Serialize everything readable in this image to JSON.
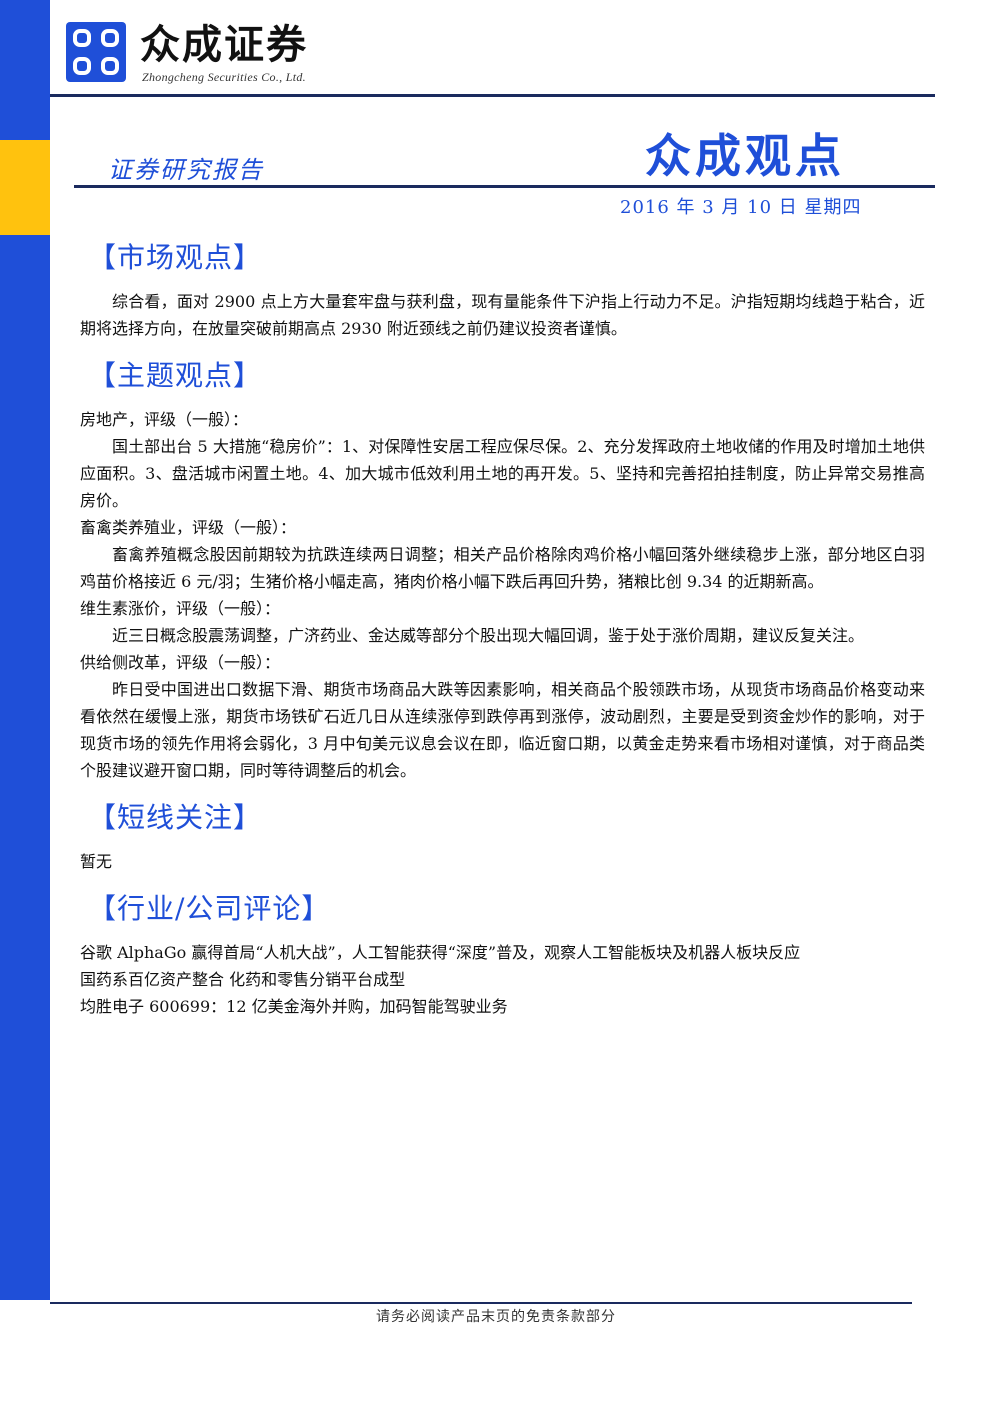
{
  "colors": {
    "brand_blue": "#1f4fd8",
    "rule_navy": "#1a2a5e",
    "accent_yellow": "#ffc20e"
  },
  "header": {
    "logo_name": "众成证券",
    "logo_en": "Zhongcheng Securities Co., Ltd.",
    "report_type": "证券研究报告",
    "masthead": "众成观点",
    "date": "2016 年 3 月 10 日 星期四"
  },
  "sections": {
    "market": {
      "title": "【市场观点】",
      "paragraph": "综合看，面对 2900 点上方大量套牢盘与获利盘，现有量能条件下沪指上行动力不足。沪指短期均线趋于粘合，近期将选择方向，在放量突破前期高点 2930 附近颈线之前仍建议投资者谨慎。"
    },
    "theme": {
      "title": "【主题观点】",
      "items": [
        {
          "rating": "房地产，评级（一般）：",
          "body": "国土部出台 5 大措施“稳房价”：1、对保障性安居工程应保尽保。2、充分发挥政府土地收储的作用及时增加土地供应面积。3、盘活城市闲置土地。4、加大城市低效利用土地的再开发。5、坚持和完善招拍挂制度，防止异常交易推高房价。"
        },
        {
          "rating": "畜禽类养殖业，评级（一般）：",
          "body": "畜禽养殖概念股因前期较为抗跌连续两日调整；相关产品价格除肉鸡价格小幅回落外继续稳步上涨，部分地区白羽鸡苗价格接近 6 元/羽；生猪价格小幅走高，猪肉价格小幅下跌后再回升势，猪粮比创 9.34 的近期新高。"
        },
        {
          "rating": "维生素涨价，评级（一般）：",
          "body": "近三日概念股震荡调整，广济药业、金达威等部分个股出现大幅回调，鉴于处于涨价周期，建议反复关注。"
        },
        {
          "rating": "供给侧改革，评级（一般）：",
          "body": "昨日受中国进出口数据下滑、期货市场商品大跌等因素影响，相关商品个股领跌市场，从现货市场商品价格变动来看依然在缓慢上涨，期货市场铁矿石近几日从连续涨停到跌停再到涨停，波动剧烈，主要是受到资金炒作的影响，对于现货市场的领先作用将会弱化，3 月中旬美元议息会议在即，临近窗口期，以黄金走势来看市场相对谨慎，对于商品类个股建议避开窗口期，同时等待调整后的机会。"
        }
      ]
    },
    "short_term": {
      "title": "【短线关注】",
      "paragraph": "暂无"
    },
    "comments": {
      "title": "【行业/公司评论】",
      "items": [
        "谷歌 AlphaGo 赢得首局“人机大战”，人工智能获得“深度”普及，观察人工智能板块及机器人板块反应",
        "国药系百亿资产整合 化药和零售分销平台成型",
        "均胜电子 600699：12 亿美金海外并购，加码智能驾驶业务"
      ]
    }
  },
  "footer": {
    "note": "请务必阅读产品末页的免责条款部分"
  }
}
